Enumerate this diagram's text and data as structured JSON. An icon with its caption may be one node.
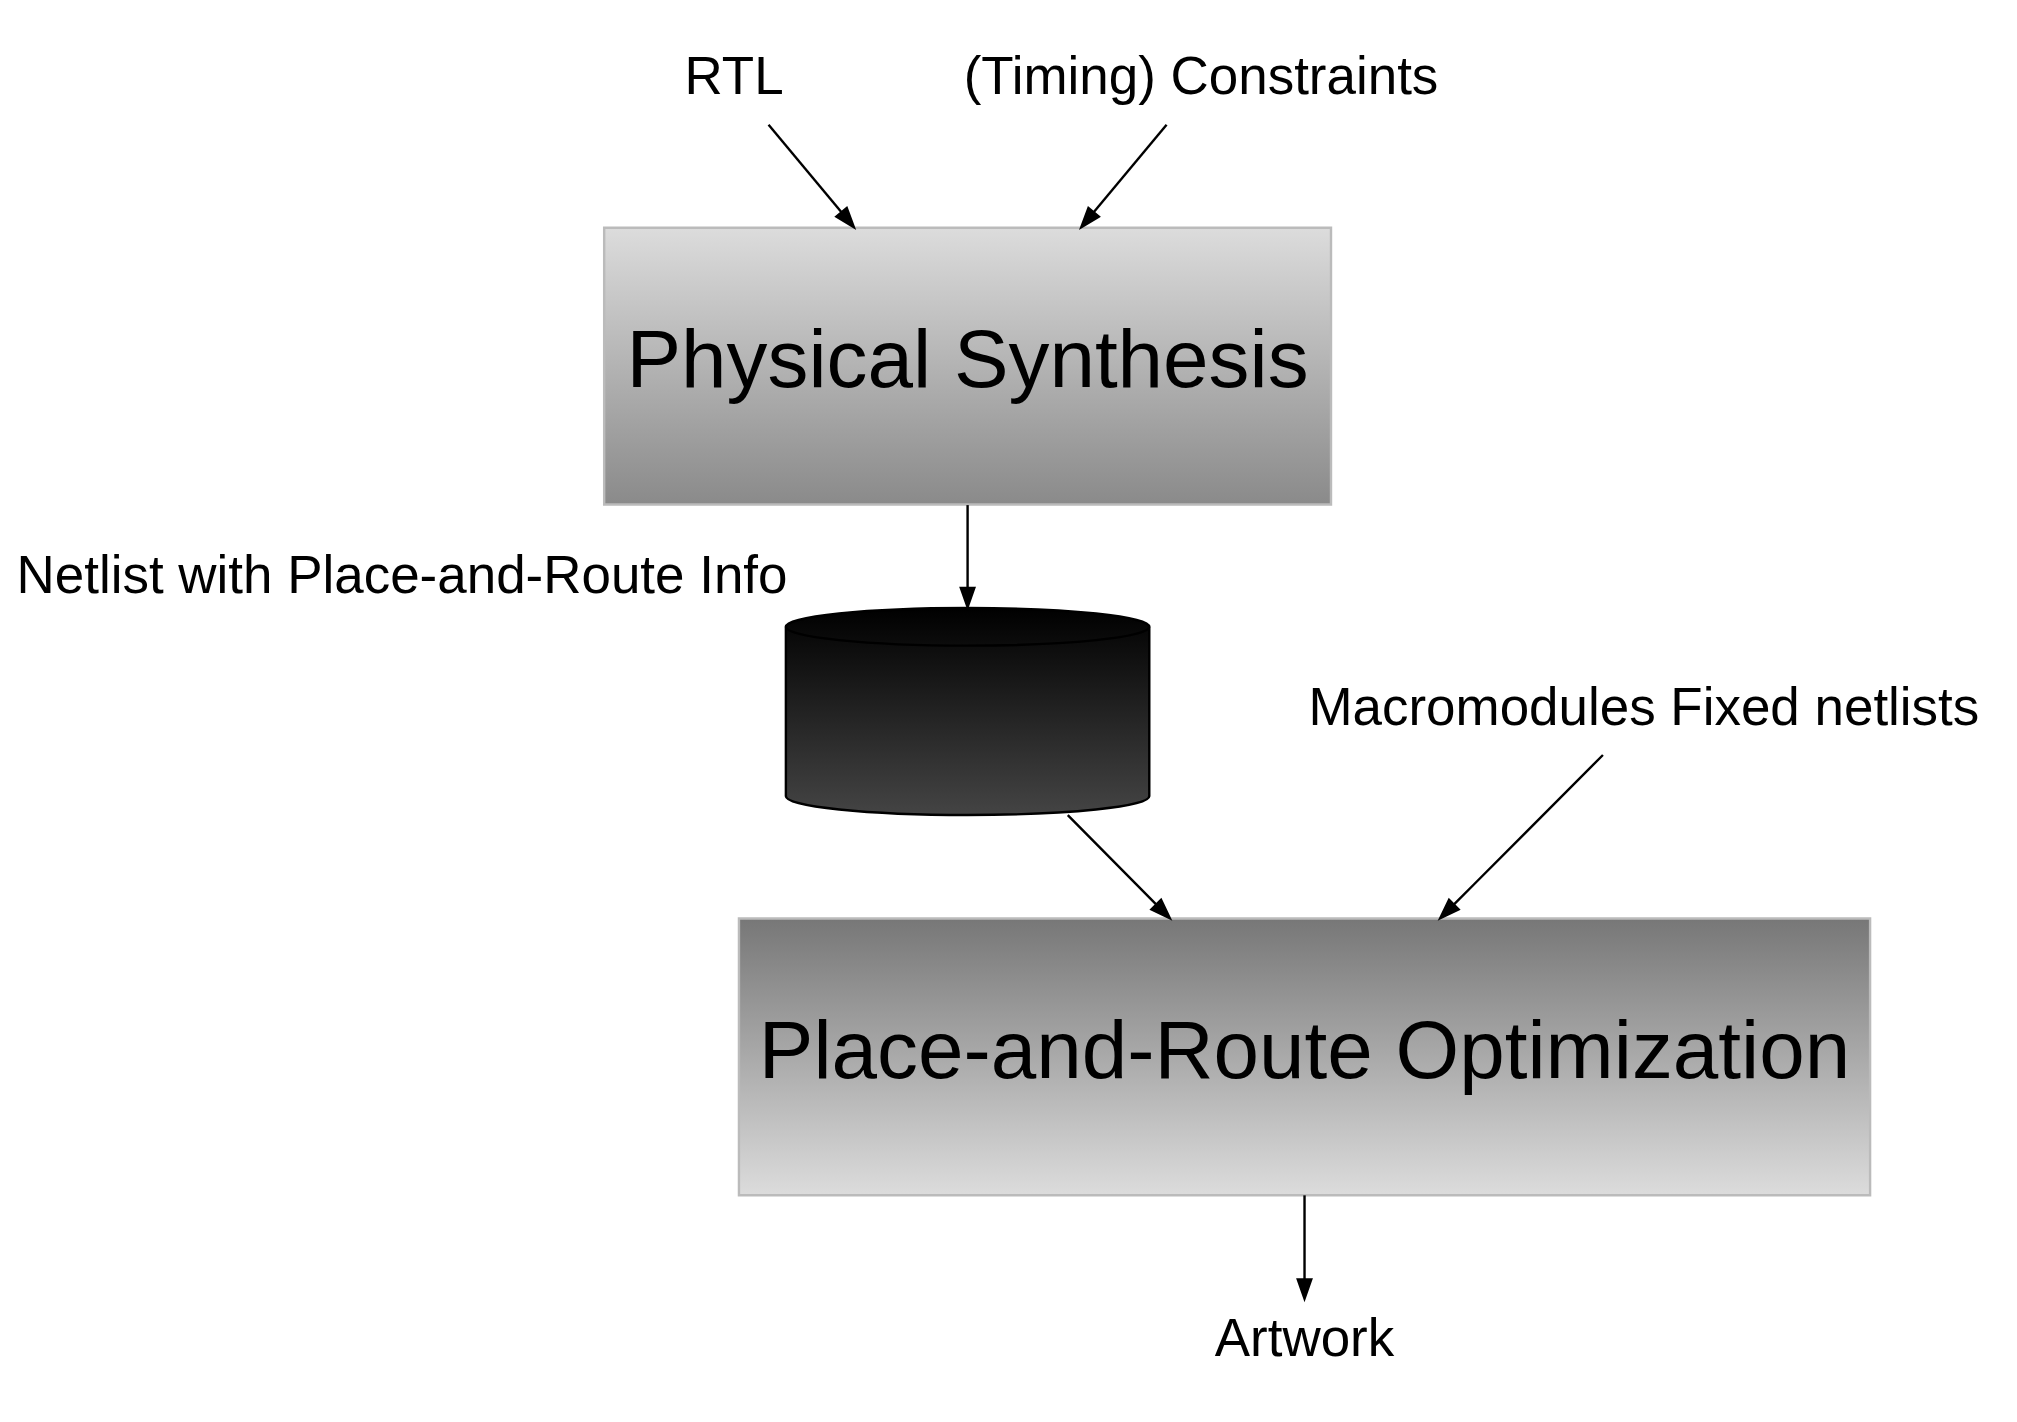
{
  "diagram": {
    "nodes": [
      {
        "text": [
          "RTL"
        ]
      },
      {
        "text": [
          "(Timing) Constraints"
        ]
      },
      {
        "text": [
          "Physical Synthesis"
        ]
      },
      {
        "text": [
          "Macromodules Fixed netlists"
        ]
      },
      {
        "text": [],
        "shape": "cylinder",
        "beside": [
          "Netlist with Place-and-Route Info"
        ]
      },
      {
        "text": [
          "Place-and-Route Optimization"
        ]
      },
      {
        "text": [
          "Artwork"
        ]
      }
    ],
    "edges": [
      {
        "from": 0,
        "to": 2,
        "arrow": "to"
      },
      {
        "from": 1,
        "to": 2,
        "arrow": "to"
      },
      {
        "from": 2,
        "to": 4,
        "arrow": "to"
      },
      {
        "from": 4,
        "to": 5,
        "arrow": "to"
      },
      {
        "from": 3,
        "to": 5,
        "arrow": "to"
      },
      {
        "from": 5,
        "to": 6,
        "arrow": "to"
      }
    ]
  }
}
